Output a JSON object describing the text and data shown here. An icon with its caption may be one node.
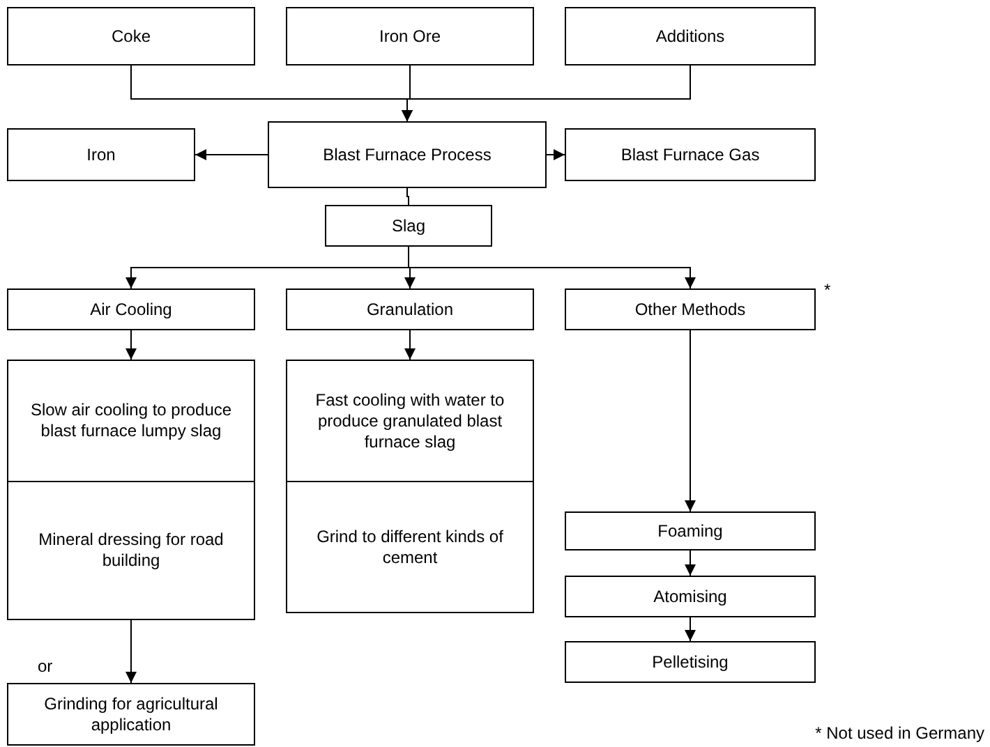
{
  "diagram": {
    "nodes": [
      {
        "text": [
          "Coke"
        ]
      },
      {
        "text": [
          "Iron Ore"
        ]
      },
      {
        "text": [
          "Additions"
        ]
      },
      {
        "text": [
          "Iron"
        ]
      },
      {
        "text": [
          "Blast Furnace Process"
        ]
      },
      {
        "text": [
          "Blast Furnace Gas"
        ]
      },
      {
        "text": [
          "Slag"
        ]
      },
      {
        "text": [
          "Air Cooling"
        ]
      },
      {
        "text": [
          "Granulation"
        ]
      },
      {
        "text": [
          "Other Methods"
        ],
        "beside": [
          "*"
        ]
      },
      {
        "text": [
          "Slow air cooling to produce blast furnace lumpy slag"
        ]
      },
      {
        "text": [
          "Mineral dressing for road building"
        ]
      },
      {
        "text": [
          "Fast cooling with water to produce granulated blast furnace slag"
        ]
      },
      {
        "text": [
          "Grind to different kinds of cement"
        ]
      },
      {
        "text": [
          "Foaming"
        ]
      },
      {
        "text": [
          "Atomising"
        ]
      },
      {
        "text": [
          "Pelletising"
        ]
      },
      {
        "text": [
          "Grinding for agricultural application"
        ]
      }
    ],
    "edges": [
      {
        "from": 0,
        "to": 4,
        "arrow": "to"
      },
      {
        "from": 1,
        "to": 4,
        "arrow": "to"
      },
      {
        "from": 2,
        "to": 4,
        "arrow": "to"
      },
      {
        "from": 4,
        "to": 3,
        "arrow": "to"
      },
      {
        "from": 4,
        "to": 5,
        "arrow": "to"
      },
      {
        "from": 4,
        "to": 6,
        "arrow": "none"
      },
      {
        "from": 6,
        "to": 7,
        "arrow": "to"
      },
      {
        "from": 6,
        "to": 8,
        "arrow": "to"
      },
      {
        "from": 6,
        "to": 9,
        "arrow": "to"
      },
      {
        "from": 7,
        "to": 10,
        "arrow": "to"
      },
      {
        "from": 8,
        "to": 12,
        "arrow": "to"
      },
      {
        "from": 9,
        "to": 14,
        "arrow": "to"
      },
      {
        "from": 14,
        "to": 15,
        "arrow": "to"
      },
      {
        "from": 15,
        "to": 16,
        "arrow": "to"
      },
      {
        "from": 11,
        "to": 17,
        "arrow": "to",
        "label": "or"
      }
    ],
    "labels": [
      "* Not used in Germany"
    ]
  }
}
